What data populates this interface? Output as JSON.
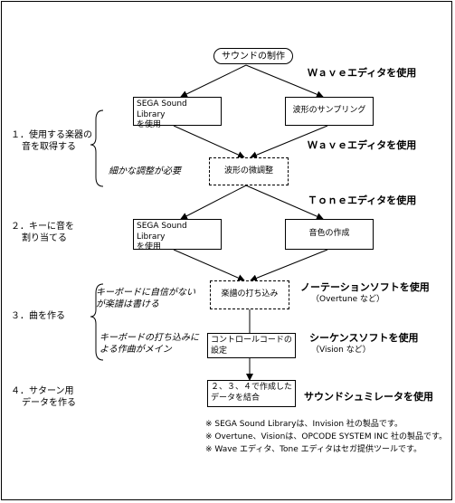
{
  "start": "サウンドの制作",
  "notes": {
    "wave1": "Ｗａｖｅエディタを使用",
    "wave2": "Ｗａｖｅエディタを使用",
    "tone": "Ｔｏｎｅエディタを使用",
    "notation": "ノーテーションソフトを使用",
    "notation_sub": "（Overtune など）",
    "sequence": "シーケンスソフトを使用",
    "sequence_sub": "（Vision など）",
    "emulator": "サウンドシュミレータを使用"
  },
  "boxes": {
    "sega1_l1": "SEGA Sound Library",
    "sega1_l2": "を使用",
    "sampling": "波形のサンプリング",
    "fine": "波形の微調整",
    "sega2_l1": "SEGA Sound Library",
    "sega2_l2": "を使用",
    "tone_make": "音色の作成",
    "score": "楽譜の打ち込み",
    "control_l1": "コントロールコードの",
    "control_l2": "設定",
    "combine_l1": "２、３、４で作成した",
    "combine_l2": "データを結合"
  },
  "steps": {
    "s1_l1": "１．使用する楽器の",
    "s1_l2": "音を取得する",
    "s2_l1": "２．キーに音を",
    "s2_l2": "割り当てる",
    "s3": "３．曲を作る",
    "s4_l1": "４．サターン用",
    "s4_l2": "データを作る"
  },
  "remarks": {
    "fine_adjust": "細かな調整が必要",
    "kb1_l1": "キーボードに自信がない",
    "kb1_l2": "が楽譜は書ける",
    "kb2_l1": "キーボードの打ち込みに",
    "kb2_l2": "よる作曲がメイン"
  },
  "footnotes": [
    "※ SEGA Sound Libraryは、Invision 社の製品です。",
    "※ Overtune、Visionは、OPCODE SYSTEM INC 社の製品です。",
    "※ Wave エディタ、Tone エディタはセガ提供ツールです。"
  ]
}
